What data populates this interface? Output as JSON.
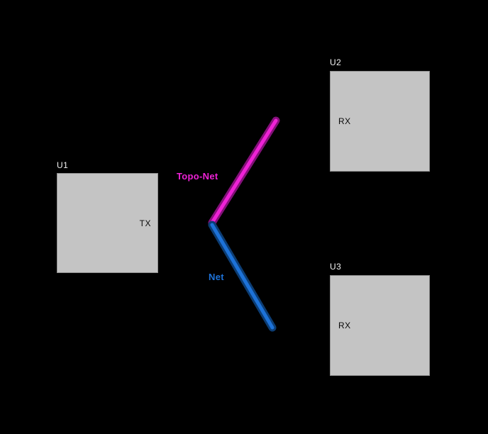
{
  "canvas": {
    "background": "#000000"
  },
  "components": [
    {
      "ref": "U1",
      "pin": "TX"
    },
    {
      "ref": "U2",
      "pin": "RX"
    },
    {
      "ref": "U3",
      "pin": "RX"
    }
  ],
  "nets": [
    {
      "label": "Topo-Net",
      "color": "#ee22d6",
      "edge_color": "#84107a"
    },
    {
      "label": "Net",
      "color": "#1d72d8",
      "edge_color": "#0c3d74"
    }
  ]
}
